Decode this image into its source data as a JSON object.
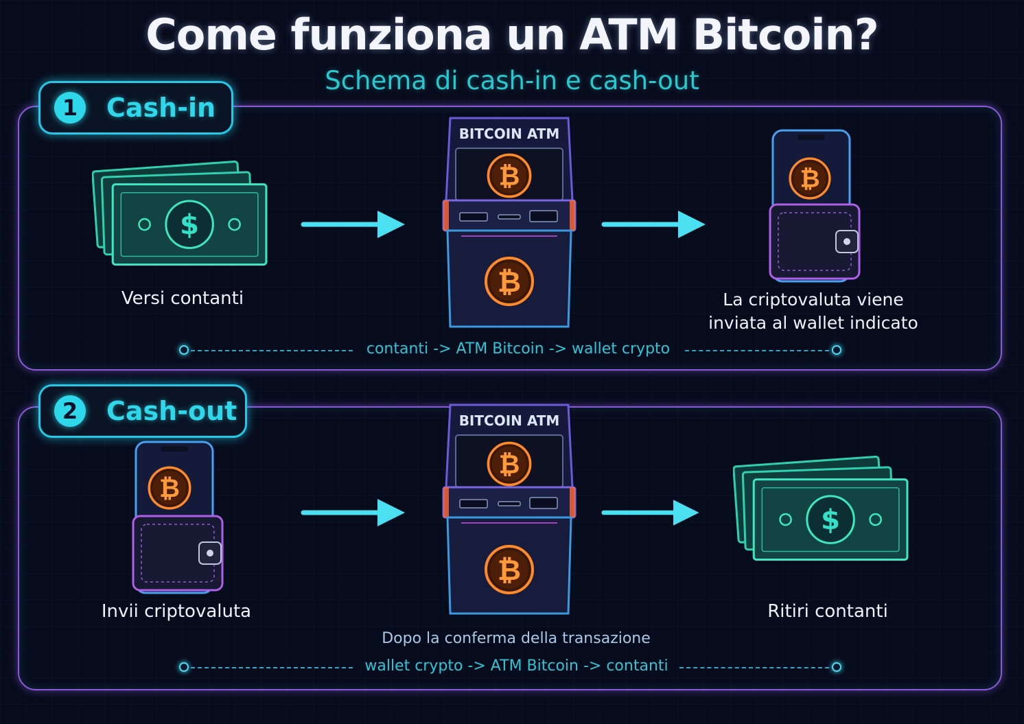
{
  "header": {
    "title": "Come funziona un ATM Bitcoin?",
    "subtitle": "Schema di cash-in e cash-out"
  },
  "cash_in": {
    "number": "1",
    "label": "Cash-in",
    "atm_label": "BITCOIN ATM",
    "step1_caption": "Versi contanti",
    "step3_caption_line1": "La criptovaluta viene",
    "step3_caption_line2": "inviata al wallet indicato",
    "flow": "contanti -> ATM Bitcoin -> wallet crypto"
  },
  "cash_out": {
    "number": "2",
    "label": "Cash-out",
    "atm_label": "BITCOIN ATM",
    "step1_caption": "Invii criptovaluta",
    "step2_caption": "Dopo la conferma della transazione",
    "step3_caption": "Ritiri contanti",
    "flow": "wallet crypto -> ATM Bitcoin -> contanti"
  },
  "icons": {
    "cash": "cash-stack-icon",
    "atm": "bitcoin-atm-icon",
    "wallet": "phone-wallet-icon",
    "arrow": "arrow-right-icon",
    "bitcoin": "bitcoin-coin-icon",
    "dollar": "dollar-sign-icon"
  },
  "colors": {
    "background": "#070c1c",
    "panel_border": "#8a5ad8",
    "accent_cyan": "#2ed8ea",
    "bitcoin_orange": "#ff9a3a",
    "cash_green": "#2fd0b0"
  }
}
